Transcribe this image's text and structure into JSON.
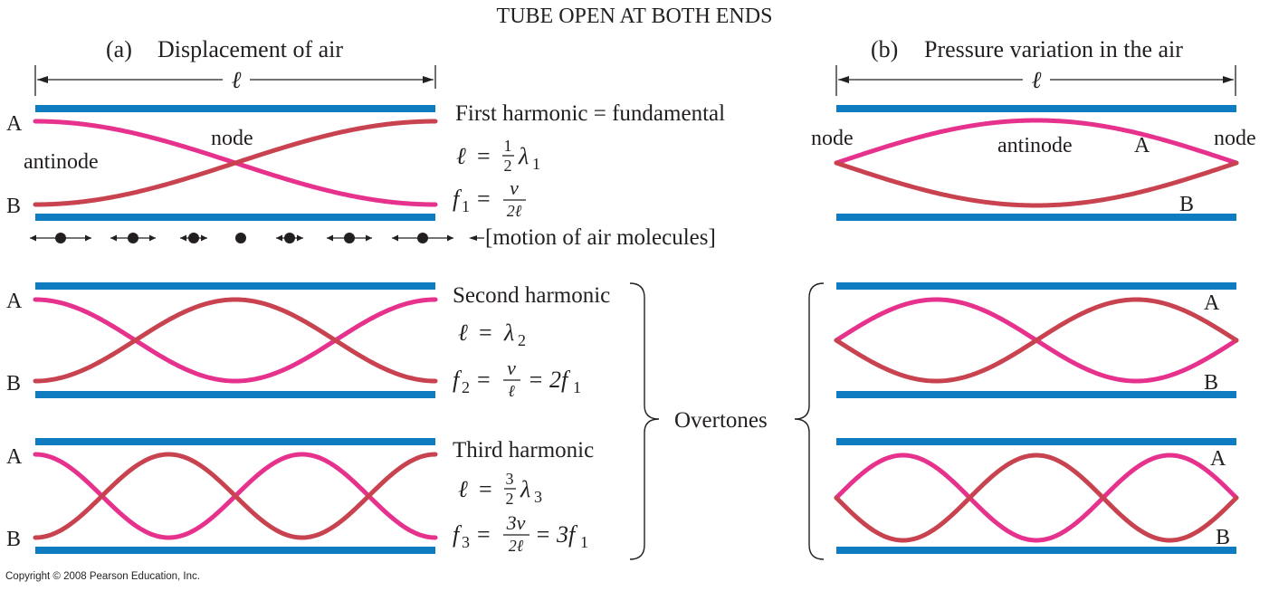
{
  "title": "TUBE OPEN AT BOTH ENDS",
  "panel_a": {
    "letter": "(a)",
    "heading": "Displacement of air",
    "length_symbol": "ℓ"
  },
  "panel_b": {
    "letter": "(b)",
    "heading": "Pressure variation in the air",
    "length_symbol": "ℓ"
  },
  "labels": {
    "A": "A",
    "B": "B",
    "node": "node",
    "antinode": "antinode",
    "motion_of_air_molecules": "[motion of air molecules]",
    "overtones": "Overtones"
  },
  "harmonics": [
    {
      "name": "First harmonic = fundamental",
      "n": 1,
      "length_relation": {
        "lhs": "ℓ",
        "coef_num": "1",
        "coef_den": "2",
        "lambda": "λ",
        "sub": "1"
      },
      "frequency_relation": {
        "f": "f",
        "sub": "1",
        "num": "v",
        "den": "2ℓ",
        "tail": ""
      }
    },
    {
      "name": "Second harmonic",
      "n": 2,
      "length_relation": {
        "lhs": "ℓ",
        "coef_num": "",
        "coef_den": "",
        "lambda": "λ",
        "sub": "2"
      },
      "frequency_relation": {
        "f": "f",
        "sub": "2",
        "num": "v",
        "den": "ℓ",
        "tail": "= 2f",
        "tail_sub": "1"
      }
    },
    {
      "name": "Third harmonic",
      "n": 3,
      "length_relation": {
        "lhs": "ℓ",
        "coef_num": "3",
        "coef_den": "2",
        "lambda": "λ",
        "sub": "3"
      },
      "frequency_relation": {
        "f": "f",
        "sub": "3",
        "num": "3v",
        "den": "2ℓ",
        "tail": "= 3f",
        "tail_sub": "1"
      }
    }
  ],
  "copyright": "Copyright © 2008 Pearson Education, Inc.",
  "colors": {
    "tube_wall": "#0f7cc1",
    "curve_a": "#e6318d",
    "curve_b": "#c8434f",
    "text": "#231f20"
  }
}
